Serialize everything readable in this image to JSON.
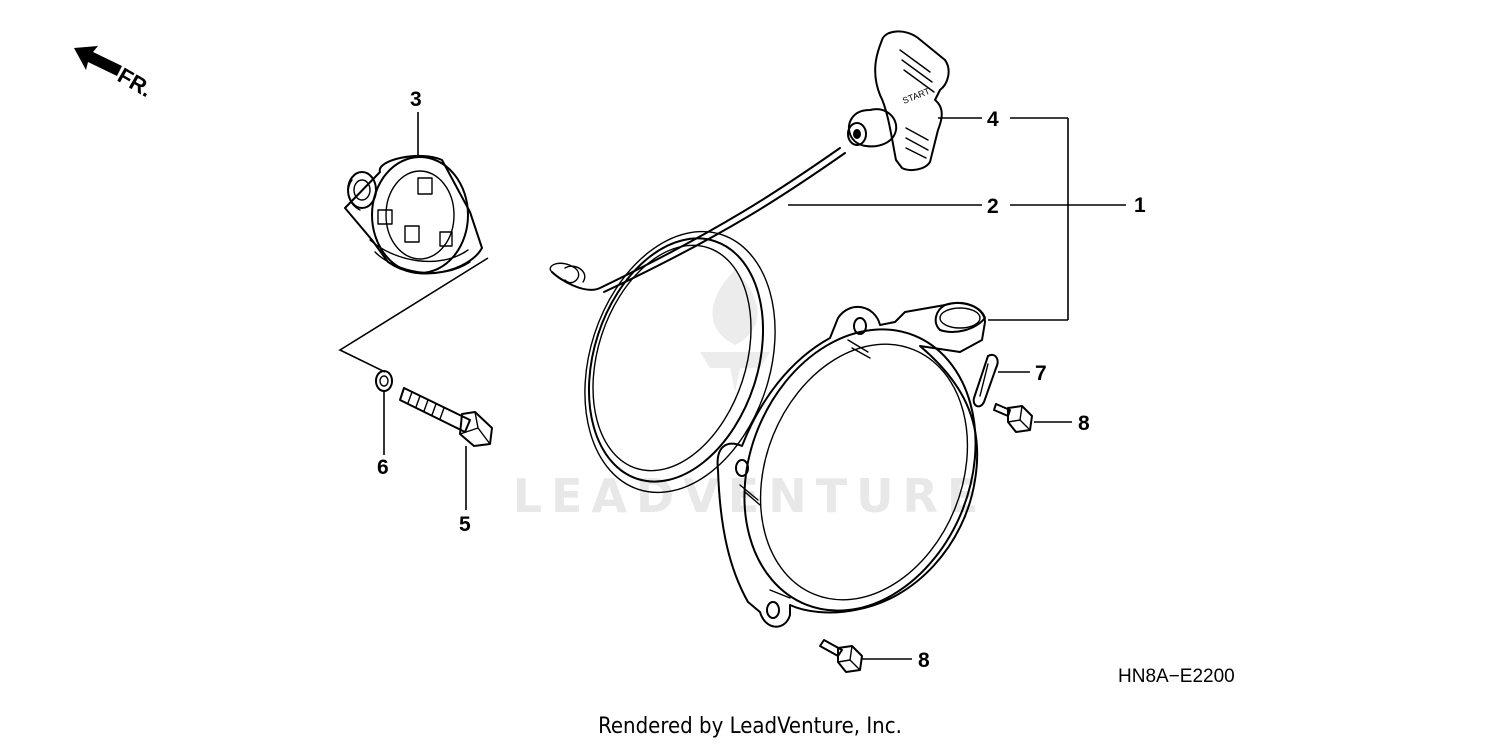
{
  "front_indicator": {
    "label": "FR."
  },
  "watermark": {
    "text": "LEADVENTURE"
  },
  "parts": [
    {
      "ref": "1"
    },
    {
      "ref": "2"
    },
    {
      "ref": "3"
    },
    {
      "ref": "4"
    },
    {
      "ref": "5"
    },
    {
      "ref": "6"
    },
    {
      "ref": "7"
    },
    {
      "ref": "8"
    },
    {
      "ref": "8"
    }
  ],
  "handle_text": "START",
  "diagram_code": "HN8A−E2200",
  "footer": {
    "text": "Rendered by LeadVenture, Inc."
  }
}
